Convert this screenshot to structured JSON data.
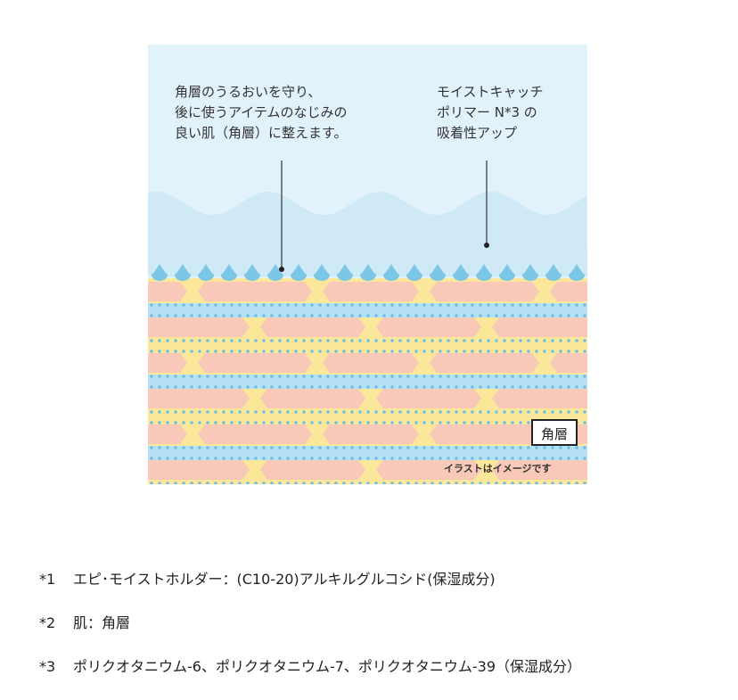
{
  "illustration": {
    "label_left": "角層のうるおいを守り、\n後に使うアイテムのなじみの\n良い肌（角層）に整えます。",
    "label_right": "モイストキャッチ\nポリマー N*3 の\n吸着性アップ",
    "badge": "角層",
    "disclaimer": "イラストはイメージです",
    "colors": {
      "sky": "#e2f2fb",
      "wave": "#cfe9f6",
      "drop": "#7cc7e6",
      "cell": "#f8c8b9",
      "yellow": "#fbe79a",
      "blue": "#b6e0f4",
      "dot": "#6fc0e4"
    }
  },
  "notes": [
    {
      "num": "*1",
      "text": "エピ･モイストホルダー：(C10-20)アルキルグルコシド(保湿成分)"
    },
    {
      "num": "*2",
      "text": "肌：角層"
    },
    {
      "num": "*3",
      "text": "ポリクオタニウム-6、ポリクオタニウム-7、ポリクオタニウム-39（保湿成分）"
    }
  ]
}
